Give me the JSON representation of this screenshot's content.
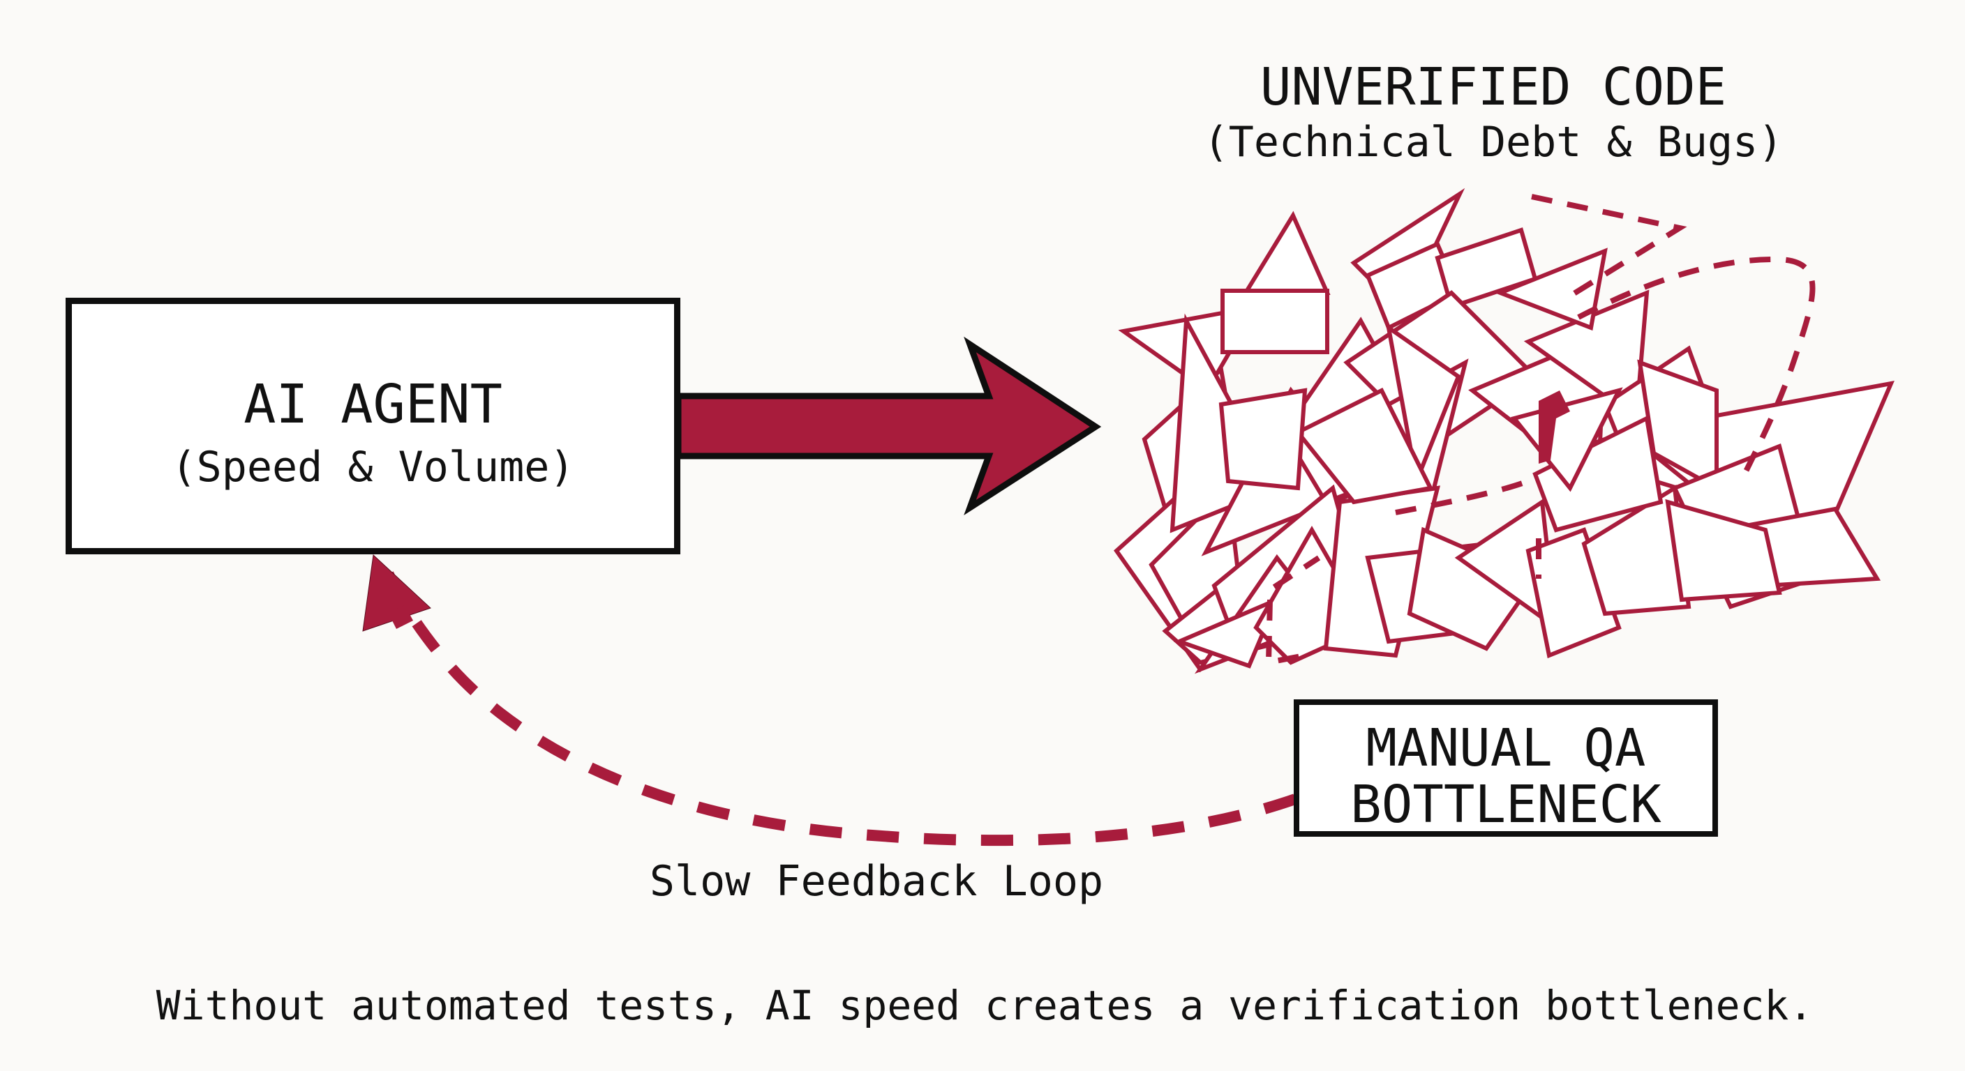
{
  "diagram": {
    "agent_box": {
      "title": "AI AGENT",
      "subtitle": "(Speed & Volume)"
    },
    "unverified_code": {
      "title": "UNVERIFIED CODE",
      "subtitle": "(Technical Debt & Bugs)"
    },
    "qa_box": {
      "line1": "MANUAL QA",
      "line2": "BOTTLENECK"
    },
    "feedback_label": "Slow Feedback Loop",
    "caption": "Without automated tests, AI speed creates a verification bottleneck.",
    "arrows": {
      "main": {
        "from": "AI AGENT",
        "to": "UNVERIFIED CODE",
        "style": "solid-filled",
        "direction": "right"
      },
      "feedback": {
        "from": "MANUAL QA BOTTLENECK",
        "to": "AI AGENT",
        "style": "dashed",
        "direction": "up-left"
      }
    },
    "tangle_icon": "tangled-triangles-icon",
    "colors": {
      "background": "#fbfaf8",
      "accent_red": "#a81c3c",
      "ink": "#0e0e0e"
    }
  }
}
